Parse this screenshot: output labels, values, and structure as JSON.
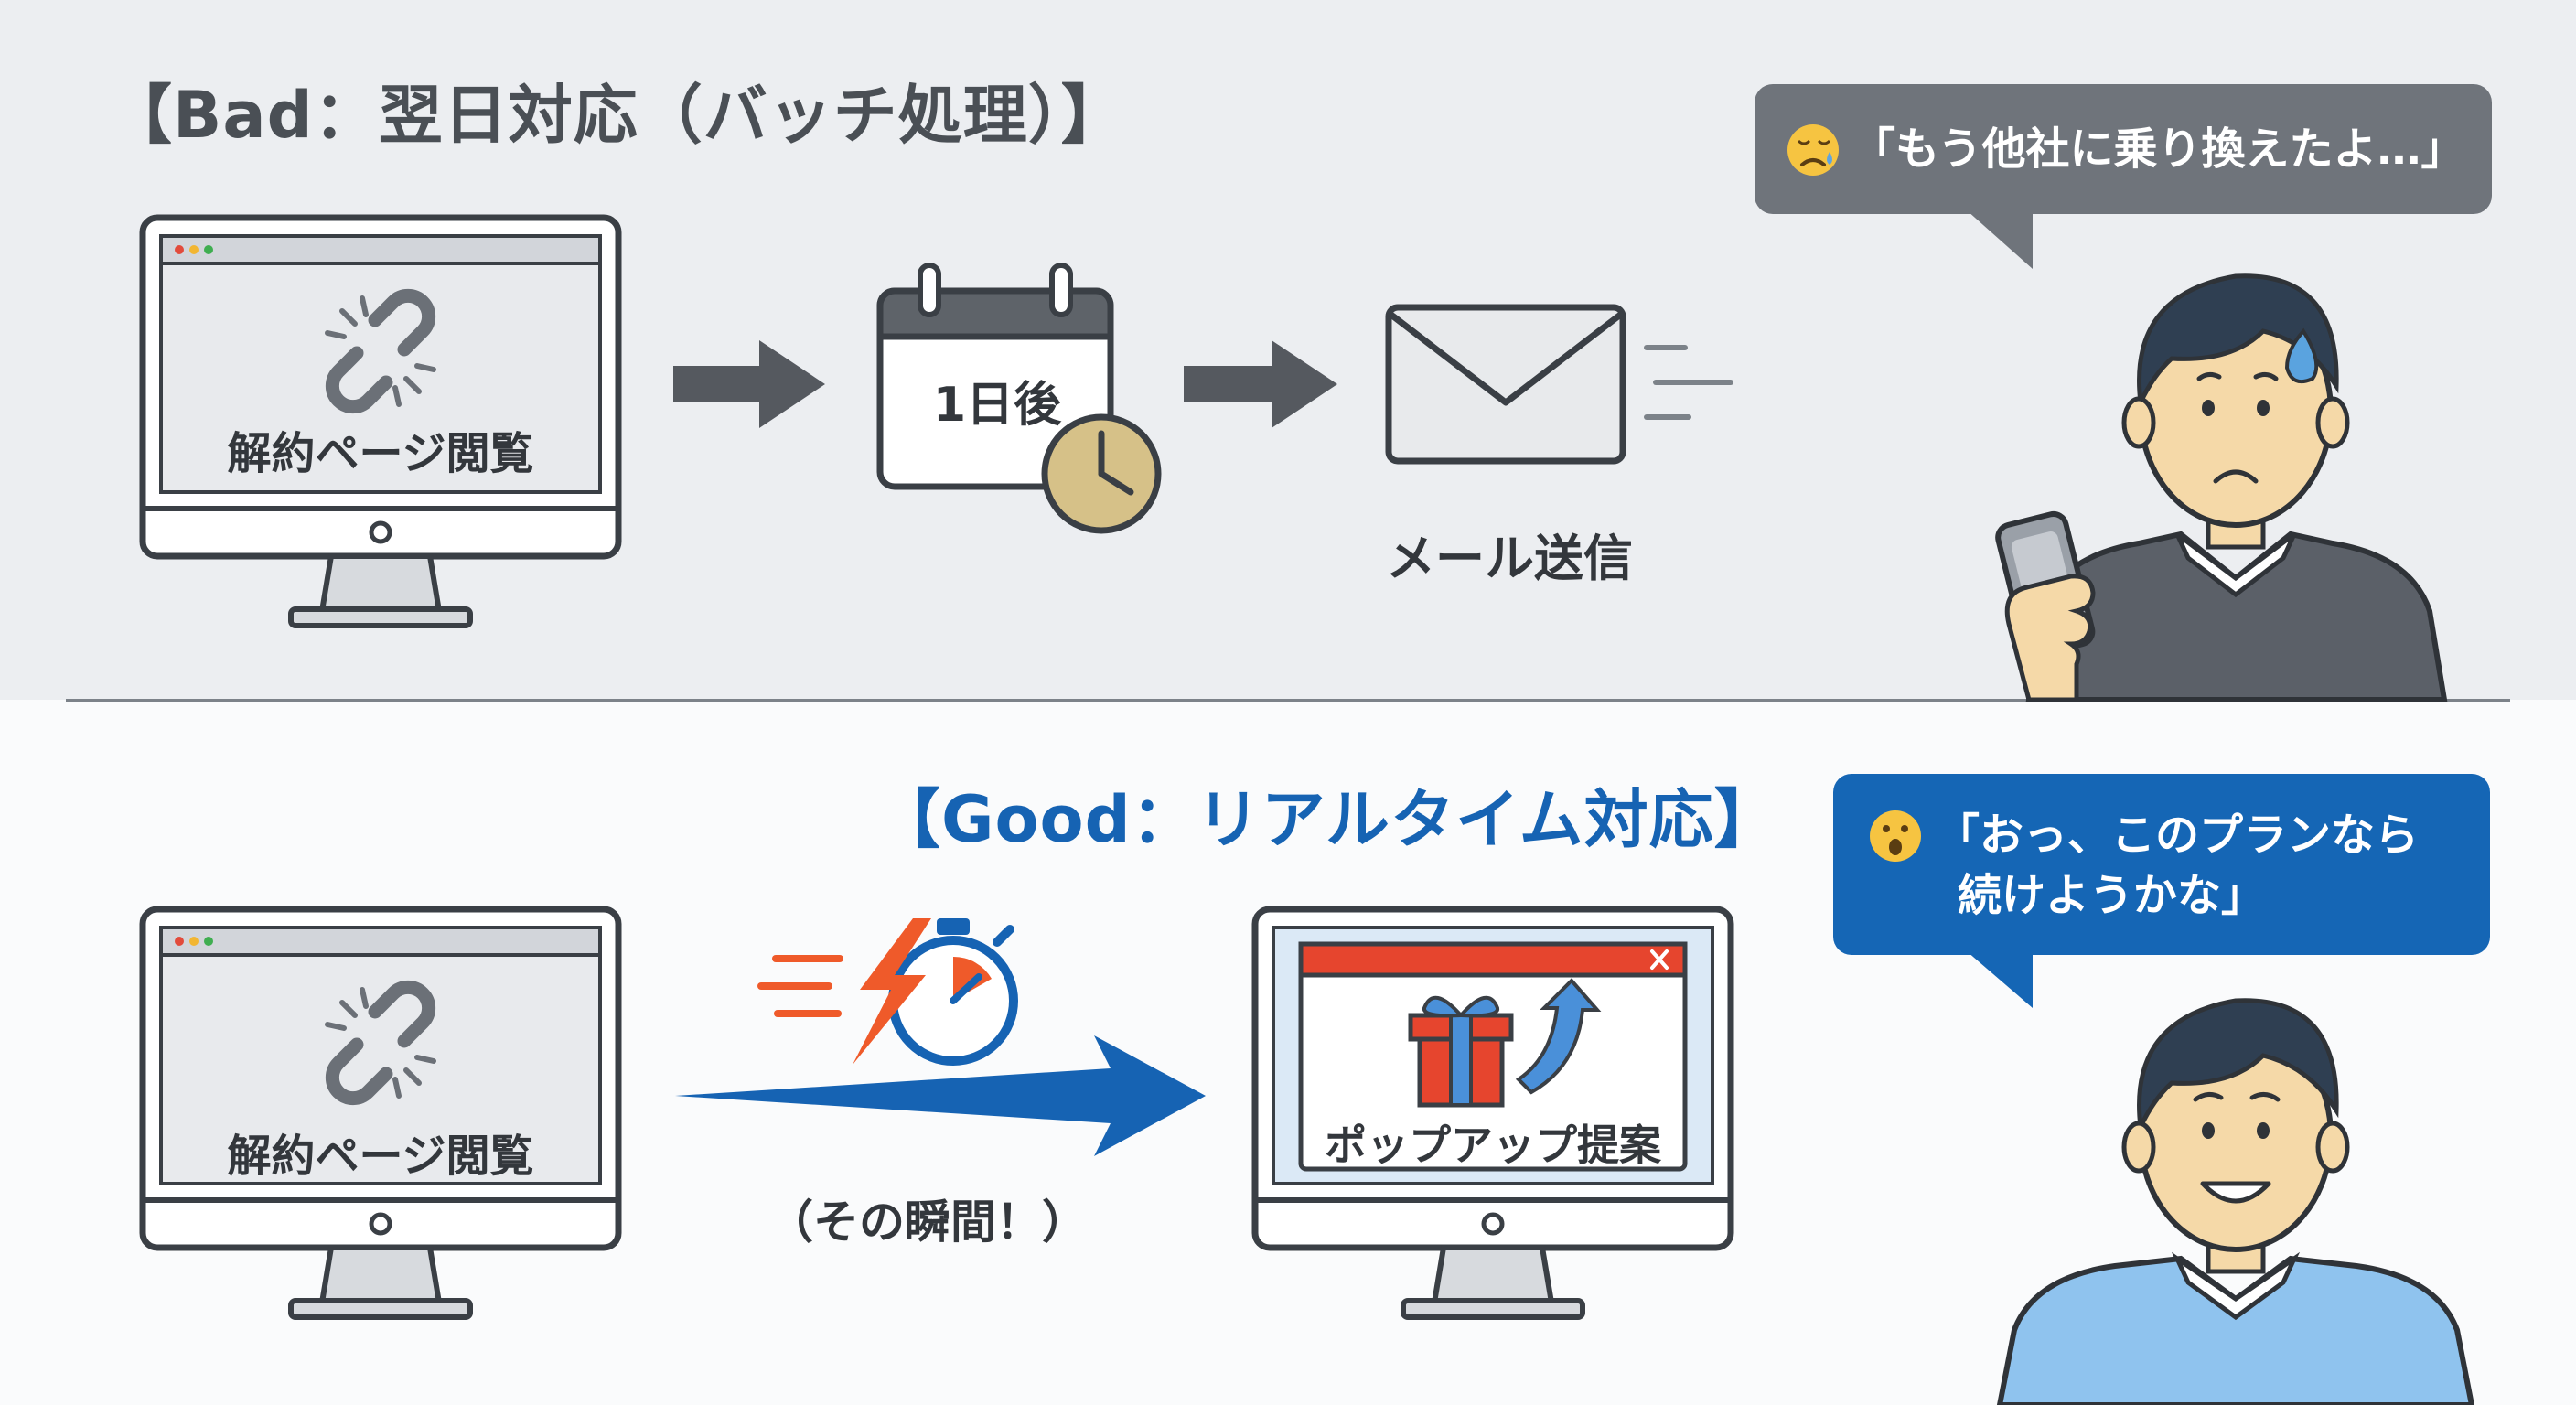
{
  "bad": {
    "heading": "【Bad：翌日対応（バッチ処理）】",
    "page_label": "解約ページ閲覧",
    "delay_label": "1日後",
    "email_label": "メール送信",
    "speech": "「もう他社に乗り換えたよ…」",
    "speech_emoji": "sad-face"
  },
  "good": {
    "heading": "【Good：リアルタイム対応】",
    "page_label": "解約ページ閲覧",
    "instant_label": "（その瞬間！）",
    "popup_label": "ポップアップ提案",
    "speech_line1": "「おっ、このプランなら",
    "speech_line2": "続けようかな」",
    "speech_emoji": "surprised-face"
  },
  "colors": {
    "bad_bg": "#eceef1",
    "good_bg": "#fafbfc",
    "bad_heading": "#4a4f55",
    "good_accent": "#1663b3",
    "bad_bubble": "#6f747b",
    "good_bubble": "#1566b5",
    "popup_header": "#e6452e",
    "speed_orange": "#ef5a2a"
  }
}
